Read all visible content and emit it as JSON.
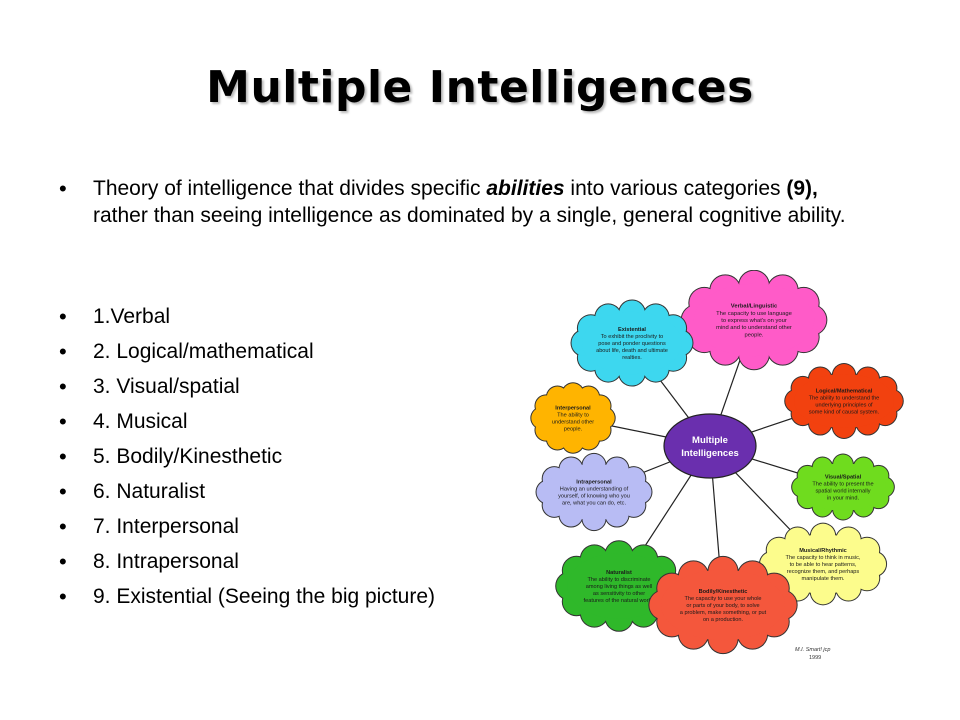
{
  "slide": {
    "title": "Multiple Intelligences",
    "intro": {
      "before_abilities": "Theory of intelligence that divides specific ",
      "abilities": "abilities",
      "after_abilities": " into various categories ",
      "count": "(9),",
      "rest": " rather than seeing intelligence as dominated by a single, general cognitive ability."
    },
    "items": [
      "1.Verbal",
      "2. Logical/mathematical",
      "3. Visual/spatial",
      "4. Musical",
      "5. Bodily/Kinesthetic",
      "6. Naturalist",
      "7. Interpersonal",
      "8. Intrapersonal",
      "9. Existential (Seeing the big picture)"
    ]
  },
  "diagram": {
    "center": {
      "line1": "Multiple",
      "line2": "Intelligences",
      "color": "#6a2fae"
    },
    "clouds": [
      {
        "id": "verbal",
        "color": "#ff5bc8",
        "title": "Verbal/Linguistic",
        "lines": [
          "The capacity to use language",
          "to express what's on your",
          "mind and to understand other",
          "people."
        ]
      },
      {
        "id": "existential",
        "color": "#3dd7ef",
        "title": "Existential",
        "lines": [
          "To exhibit the proclivity to",
          "pose and ponder questions",
          "about life, death and ultimate",
          "realties."
        ]
      },
      {
        "id": "logical",
        "color": "#f2410f",
        "title": "Logical/Mathematical",
        "lines": [
          "The ability to understand the",
          "underlying principles of",
          "some kind of causal system."
        ]
      },
      {
        "id": "interpersonal",
        "color": "#ffb400",
        "title": "Interpersonal",
        "lines": [
          "The ability to",
          "understand other",
          "people."
        ]
      },
      {
        "id": "visual",
        "color": "#6fdc1e",
        "title": "Visual/Spatial",
        "lines": [
          "The ability to present the",
          "spatial world internally",
          "in your mind."
        ]
      },
      {
        "id": "intrapersonal",
        "color": "#b8bcf4",
        "title": "Intrapersonal",
        "lines": [
          "Having an understanding of",
          "yourself, of knowing who you",
          "are, what you can do, etc."
        ]
      },
      {
        "id": "musical",
        "color": "#fcfc8c",
        "title": "Musical/Rhythmic",
        "lines": [
          "The capacity to think in music,",
          "to be able to hear patterns,",
          "recognize them, and perhaps",
          "manipulate them."
        ]
      },
      {
        "id": "naturalist",
        "color": "#2fb82a",
        "title": "Naturalist",
        "lines": [
          "The ability to discriminate",
          "among living things as well",
          "as sensitivity to other",
          "features of the natural world."
        ]
      },
      {
        "id": "bodily",
        "color": "#f4573c",
        "title": "Bodily/Kinesthetic",
        "lines": [
          "The capacity to use your whole",
          "or parts of your body, to solve",
          "a problem, make something, or put",
          "on a production."
        ]
      }
    ],
    "credit_line1": "M.I. Smart! jcp",
    "credit_line2": "1999"
  }
}
